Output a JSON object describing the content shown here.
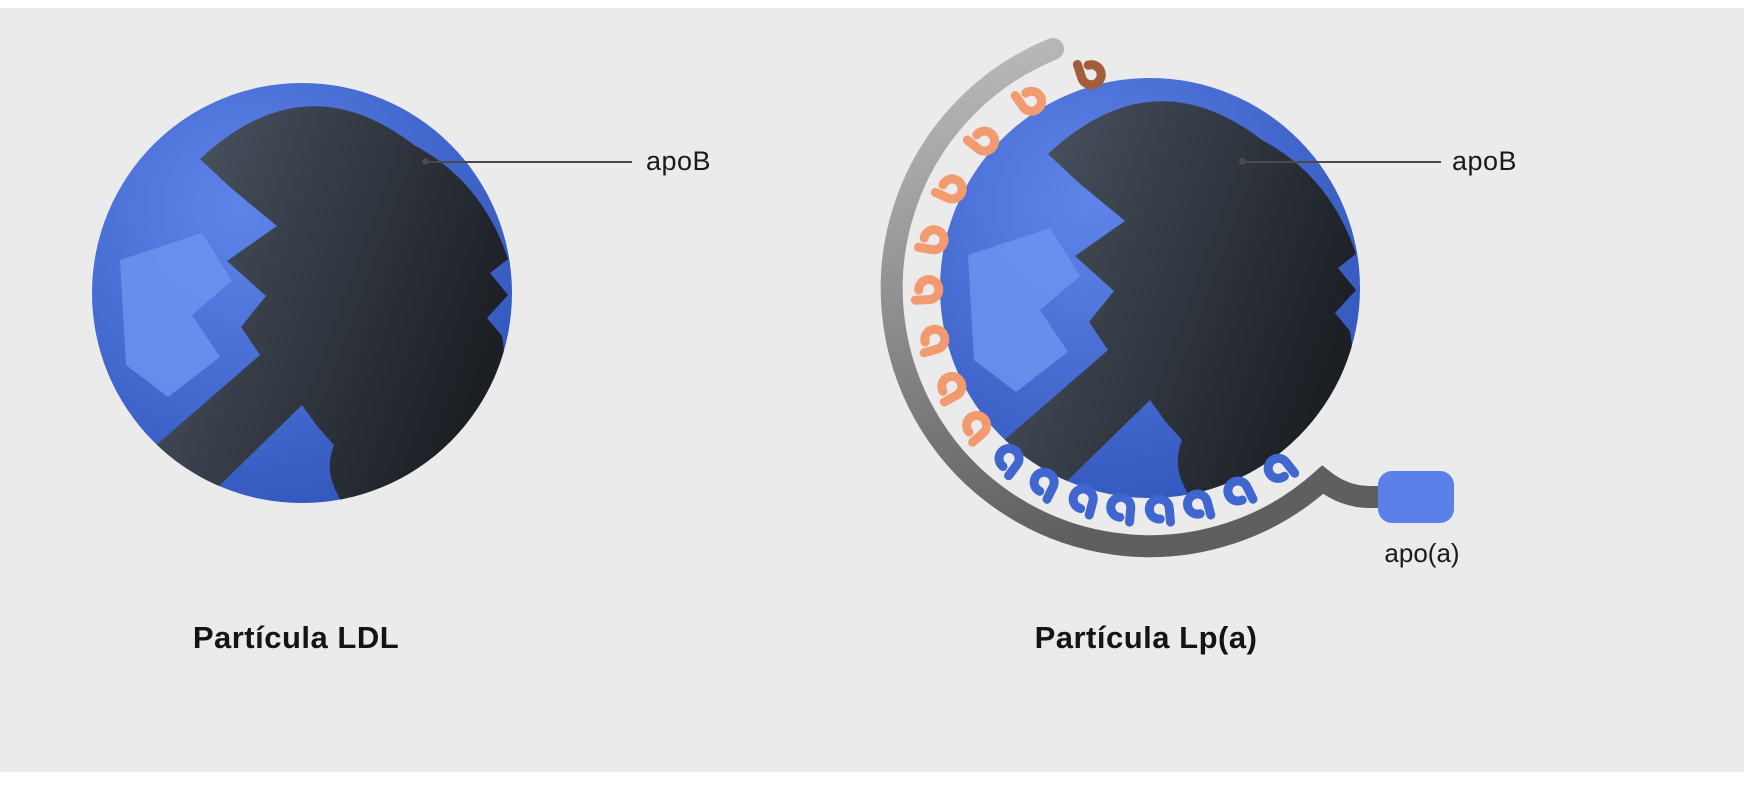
{
  "diagram": {
    "left": {
      "title": "Partícula LDL",
      "callout_apob": "apoB"
    },
    "right": {
      "title": "Partícula Lp(a)",
      "callout_apob": "apoB",
      "apoa_label": "apo(a)"
    }
  },
  "colors": {
    "background": "#ebebeb",
    "frame": "#ffffff",
    "sphere-light": "#5f84ea",
    "sphere-dark": "#2a4fb4",
    "sphere-patch": "#6d92ee",
    "apob-light": "#4d5766",
    "apob-dark": "#1c1f24",
    "tail-light": "#bdbdbd",
    "tail-dark": "#5f5f5f",
    "kringle-brown": "#a35d3a",
    "kringle-salmon": "#f29a70",
    "kringle-blue": "#4066cf",
    "apoa-box": "#5b80ea",
    "text": "#1a1a1a",
    "line": "#4a4a4a"
  }
}
